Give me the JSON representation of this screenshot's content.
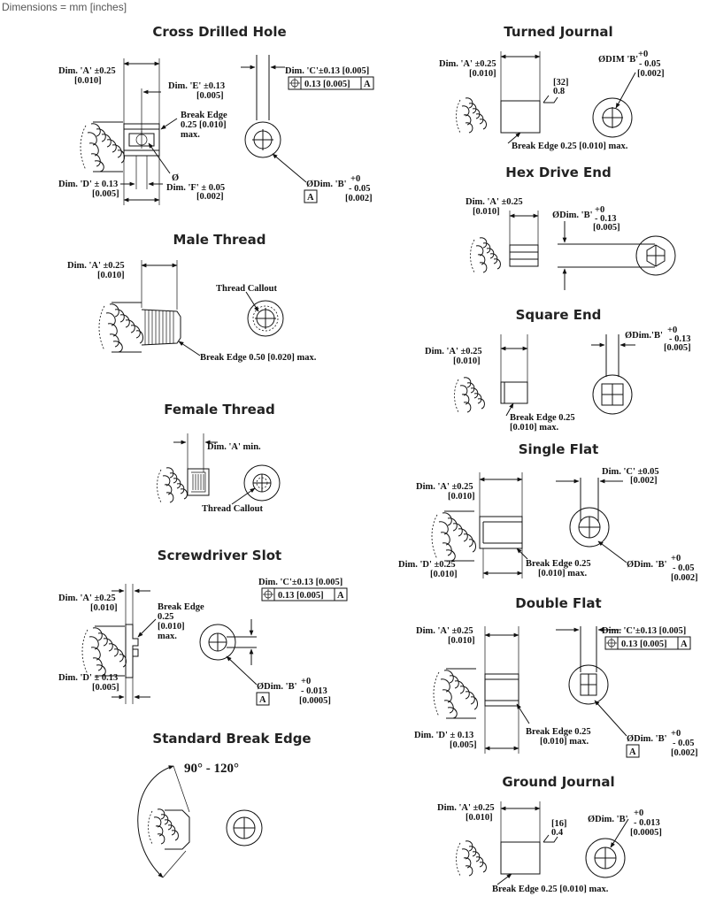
{
  "header": "Dimensions = mm [inches]",
  "titles": {
    "cross_drilled": "Cross Drilled Hole",
    "turned_journal": "Turned Journal",
    "hex_drive": "Hex Drive End",
    "male_thread": "Male Thread",
    "square_end": "Square End",
    "female_thread": "Female Thread",
    "single_flat": "Single Flat",
    "screwdriver_slot": "Screwdriver Slot",
    "double_flat": "Double Flat",
    "break_edge": "Standard Break Edge",
    "ground_journal": "Ground Journal"
  },
  "cross": {
    "a1": "Dim. 'A' ±0.25",
    "a2": "[0.010]",
    "e1": "Dim. 'E' ±0.13",
    "e2": "[0.005]",
    "be1": "Break Edge",
    "be2": "0.25 [0.010]",
    "be3": "max.",
    "d1": "Dim. 'D' ± 0.13",
    "d2": "[0.005]",
    "phi": "Ø",
    "f1": "Dim. 'F' ± 0.05",
    "f2": "[0.002]",
    "c1": "Dim. 'C'±0.13 [0.005]",
    "fcf_val": "0.13 [0.005]",
    "fcf_datum": "A",
    "b_dim": "ØDim. 'B'",
    "b_plus": "+0",
    "b_minus": "- 0.05",
    "b_in": "[0.002]",
    "datum": "A"
  },
  "turned": {
    "a1": "Dim. 'A' ±0.25",
    "a2": "[0.010]",
    "fin1": "[32]",
    "fin2": "0.8",
    "b_dim": "ØDIM 'B'",
    "b_plus": "+0",
    "b_minus": "- 0.05",
    "b_in": "[0.002]",
    "be": "Break Edge 0.25 [0.010] max."
  },
  "hex": {
    "a1": "Dim. 'A' ±0.25",
    "a2": "[0.010]",
    "b_dim": "ØDim. 'B'",
    "b_plus": "+0",
    "b_minus": "- 0.13",
    "b_in": "[0.005]"
  },
  "male": {
    "a1": "Dim. 'A' ±0.25",
    "a2": "[0.010]",
    "callout": "Thread Callout",
    "be": "Break Edge 0.50 [0.020] max."
  },
  "square": {
    "a1": "Dim. 'A' ±0.25",
    "a2": "[0.010]",
    "b_dim": "ØDim.'B'",
    "b_plus": "+0",
    "b_minus": "- 0.13",
    "b_in": "[0.005]",
    "be1": "Break Edge 0.25",
    "be2": "[0.010] max."
  },
  "female": {
    "a": "Dim. 'A' min.",
    "callout": "Thread Callout"
  },
  "single": {
    "c1": "Dim. 'C' ±0.05",
    "c2": "[0.002]",
    "a1": "Dim. 'A' ±0.25",
    "a2": "[0.010]",
    "d1": "Dim. 'D' ±0.25",
    "d2": "[0.010]",
    "be1": "Break Edge 0.25",
    "be2": "[0.010] max.",
    "b_dim": "ØDim. 'B'",
    "b_plus": "+0",
    "b_minus": "- 0.05",
    "b_in": "[0.002]"
  },
  "slot": {
    "a1": "Dim. 'A' ±0.25",
    "a2": "[0.010]",
    "be1": "Break Edge",
    "be2": "0.25",
    "be3": "[0.010]",
    "be4": "max.",
    "d1": "Dim. 'D' ± 0.13",
    "d2": "[0.005]",
    "c1": "Dim. 'C'±0.13 [0.005]",
    "fcf_val": "0.13 [0.005]",
    "fcf_datum": "A",
    "b_dim": "ØDim. 'B'",
    "b_plus": "+0",
    "b_minus": "- 0.013",
    "b_in": "[0.0005]",
    "datum": "A"
  },
  "double": {
    "a1": "Dim. 'A' ±0.25",
    "a2": "[0.010]",
    "c1": "Dim. 'C'±0.13 [0.005]",
    "fcf_val": "0.13 [0.005]",
    "fcf_datum": "A",
    "d1": "Dim. 'D' ± 0.13",
    "d2": "[0.005]",
    "be1": "Break Edge 0.25",
    "be2": "[0.010] max.",
    "b_dim": "ØDim. 'B'",
    "b_plus": "+0",
    "b_minus": "- 0.05",
    "b_in": "[0.002]",
    "datum": "A"
  },
  "break_edge": {
    "angle": "90° - 120°"
  },
  "ground": {
    "a1": "Dim. 'A' ±0.25",
    "a2": "[0.010]",
    "fin1": "[16]",
    "fin2": "0.4",
    "b_dim": "ØDim. 'B'",
    "b_plus": "+0",
    "b_minus": "- 0.013",
    "b_in": "[0.0005]",
    "be": "Break Edge 0.25 [0.010] max."
  }
}
